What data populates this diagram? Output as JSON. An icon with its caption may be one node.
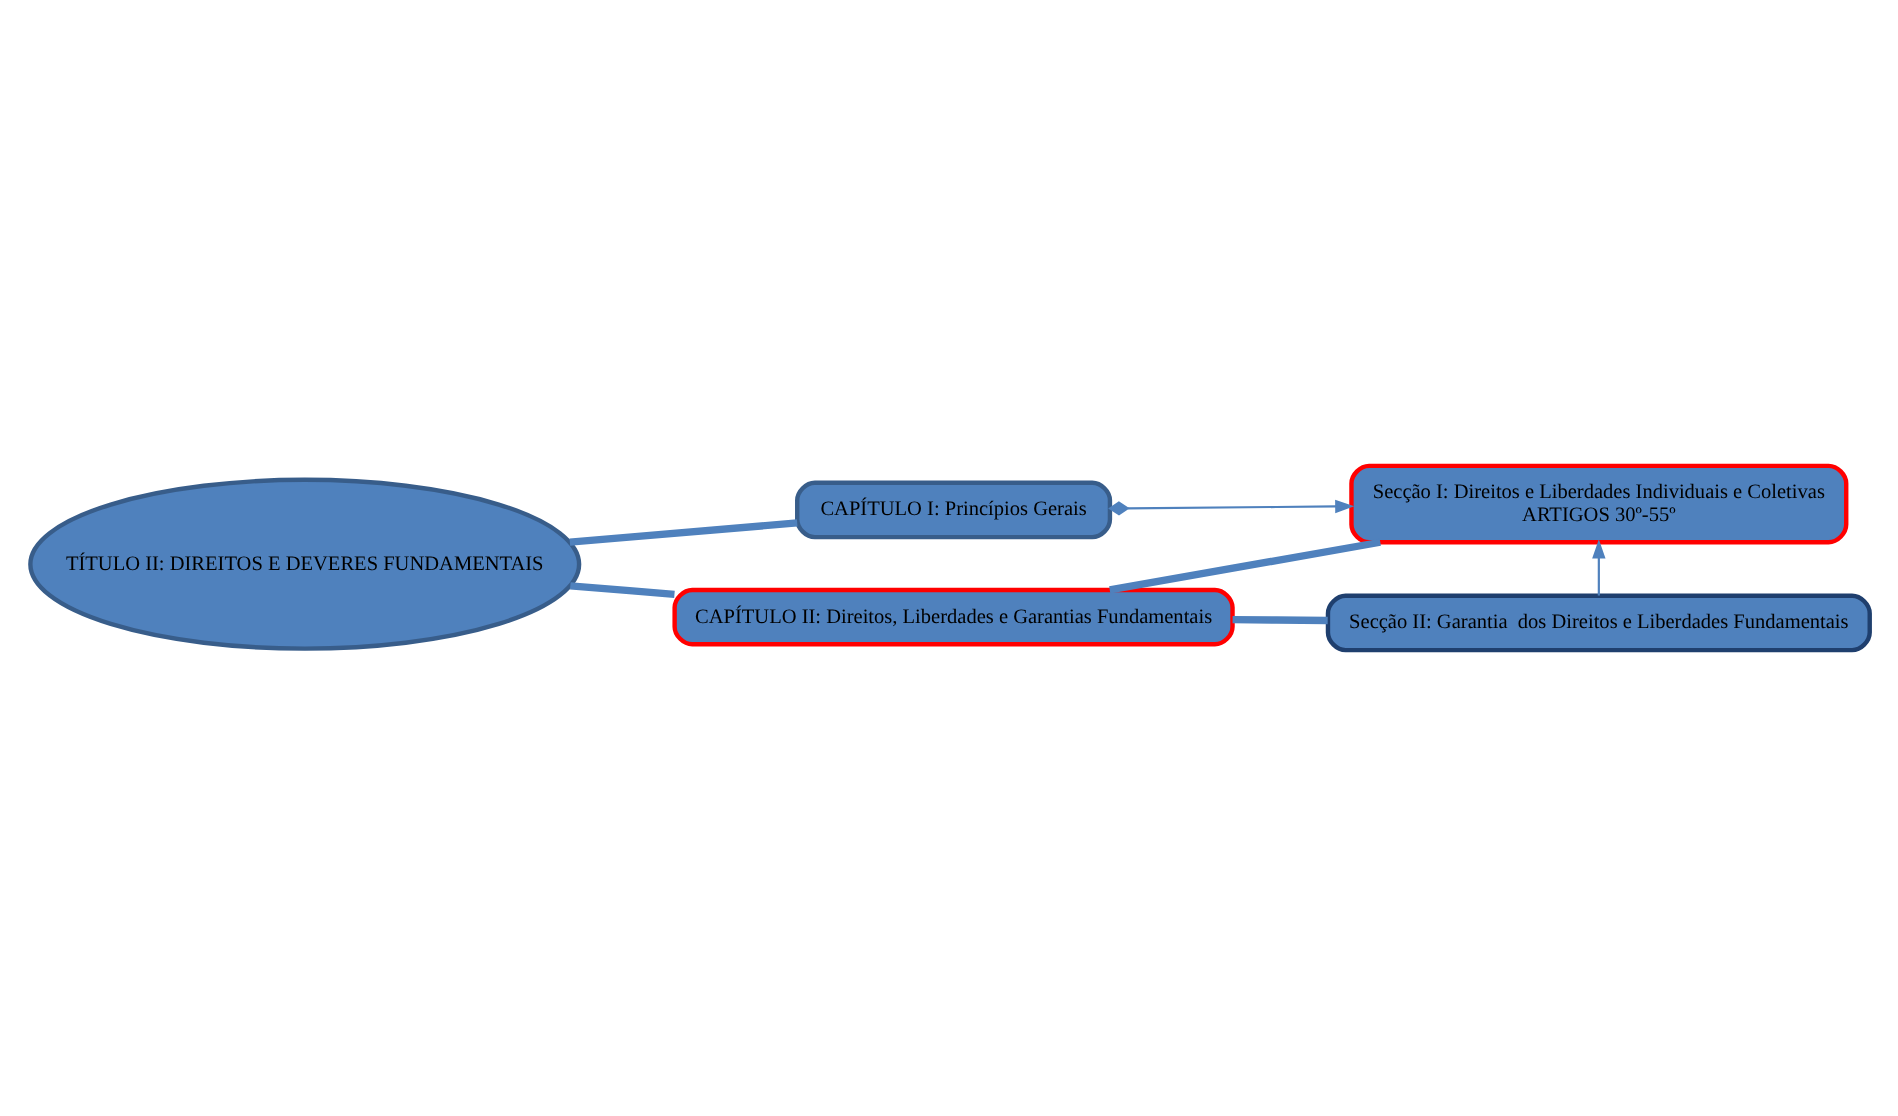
{
  "diagram": {
    "nodes": [
      {
        "text": [
          "TÍTULO II: DIREITOS E DEVERES FUNDAMENTAIS"
        ]
      },
      {
        "text": [
          "CAPÍTULO I: Princípios Gerais"
        ]
      },
      {
        "text": [
          "CAPÍTULO II: Direitos, Liberdades e Garantias Fundamentais"
        ]
      },
      {
        "text": [
          "Secção I: Direitos e Liberdades Individuais e Coletivas",
          "ARTIGOS 30º-55º"
        ]
      },
      {
        "text": [
          "Secção II: Garantia  dos Direitos e Liberdades Fundamentais"
        ]
      }
    ],
    "edges": [
      {
        "from": 0,
        "to": 1,
        "arrow": "none"
      },
      {
        "from": 0,
        "to": 2,
        "arrow": "none"
      },
      {
        "from": 2,
        "to": 3,
        "arrow": "none"
      },
      {
        "from": 2,
        "to": 4,
        "arrow": "none"
      },
      {
        "from": 1,
        "to": 3,
        "arrow": "to"
      },
      {
        "from": 4,
        "to": 3,
        "arrow": "to"
      }
    ]
  }
}
